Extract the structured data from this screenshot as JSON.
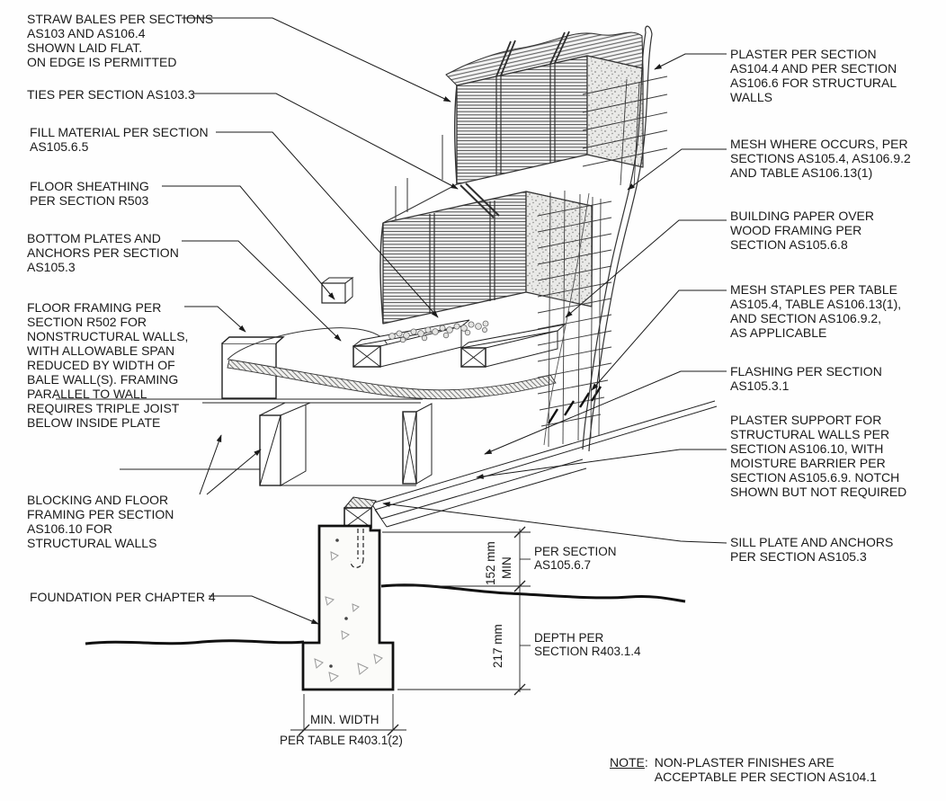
{
  "colors": {
    "ink": "#1a1a1a",
    "background": "#ffffff"
  },
  "figure": {
    "labels_left": [
      {
        "id": "straw-bales",
        "text": "STRAW BALES PER SECTIONS\nAS103 AND AS106.4\nSHOWN LAID FLAT.\nON EDGE IS PERMITTED"
      },
      {
        "id": "ties",
        "text": "TIES PER SECTION AS103.3"
      },
      {
        "id": "fill-material",
        "text": "FILL MATERIAL PER SECTION\nAS105.6.5"
      },
      {
        "id": "floor-sheathing",
        "text": "FLOOR SHEATHING\nPER SECTION R503"
      },
      {
        "id": "bottom-plates",
        "text": "BOTTOM PLATES AND\nANCHORS PER SECTION\nAS105.3"
      },
      {
        "id": "floor-framing",
        "text": "FLOOR FRAMING PER\nSECTION R502 FOR\nNONSTRUCTURAL WALLS,\nWITH ALLOWABLE SPAN\nREDUCED BY WIDTH OF\nBALE WALL(S). FRAMING\nPARALLEL TO WALL\nREQUIRES TRIPLE JOIST\nBELOW INSIDE PLATE"
      },
      {
        "id": "blocking",
        "text": "BLOCKING AND FLOOR\nFRAMING PER SECTION\nAS106.10 FOR\nSTRUCTURAL WALLS"
      },
      {
        "id": "foundation",
        "text": "FOUNDATION PER CHAPTER 4"
      }
    ],
    "labels_right": [
      {
        "id": "plaster",
        "text": "PLASTER PER SECTION\nAS104.4 AND PER SECTION\nAS106.6 FOR STRUCTURAL\nWALLS"
      },
      {
        "id": "mesh-where",
        "text": "MESH WHERE OCCURS, PER\nSECTIONS AS105.4, AS106.9.2\nAND TABLE AS106.13(1)"
      },
      {
        "id": "building-paper",
        "text": "BUILDING PAPER OVER\nWOOD FRAMING PER\nSECTION AS105.6.8"
      },
      {
        "id": "mesh-staples",
        "text": "MESH STAPLES PER TABLE\nAS105.4, TABLE AS106.13(1),\nAND SECTION AS106.9.2,\nAS APPLICABLE"
      },
      {
        "id": "flashing",
        "text": "FLASHING PER SECTION\nAS105.3.1"
      },
      {
        "id": "plaster-support",
        "text": "PLASTER SUPPORT FOR\nSTRUCTURAL WALLS PER\nSECTION AS106.10, WITH\nMOISTURE BARRIER PER\nSECTION AS105.6.9. NOTCH\nSHOWN BUT NOT REQUIRED"
      },
      {
        "id": "sill-plate",
        "text": "SILL PLATE AND ANCHORS\nPER SECTION AS105.3"
      }
    ],
    "dimensions": {
      "stem_height": "152 mm",
      "stem_height_min": "MIN",
      "depth": "217 mm",
      "width": "MIN. WIDTH",
      "width_ref": "PER TABLE R403.1(2)",
      "stem_ref": "PER SECTION\nAS105.6.7",
      "depth_ref": "DEPTH PER\nSECTION R403.1.4"
    },
    "note": {
      "prefix": "NOTE",
      "separator": ":",
      "text": "NON-PLASTER FINISHES ARE\nACCEPTABLE PER SECTION AS104.1"
    }
  }
}
